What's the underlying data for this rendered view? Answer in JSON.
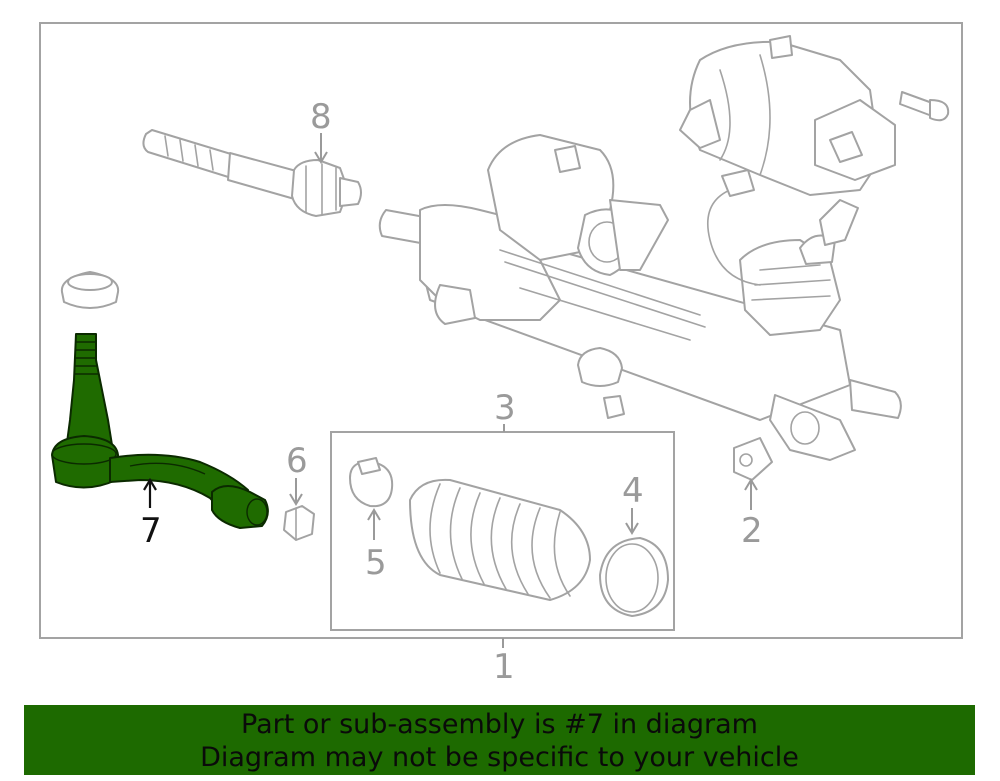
{
  "callouts": {
    "c1": "1",
    "c2": "2",
    "c3": "3",
    "c4": "4",
    "c5": "5",
    "c6": "6",
    "c7": "7",
    "c8": "8"
  },
  "highlight": {
    "part_number": "7",
    "color": "#1d6a00"
  },
  "banner": {
    "line1": "Part or sub-assembly is #7 in diagram",
    "line2": "Diagram may not be specific to your vehicle",
    "background": "#1d6a00"
  }
}
